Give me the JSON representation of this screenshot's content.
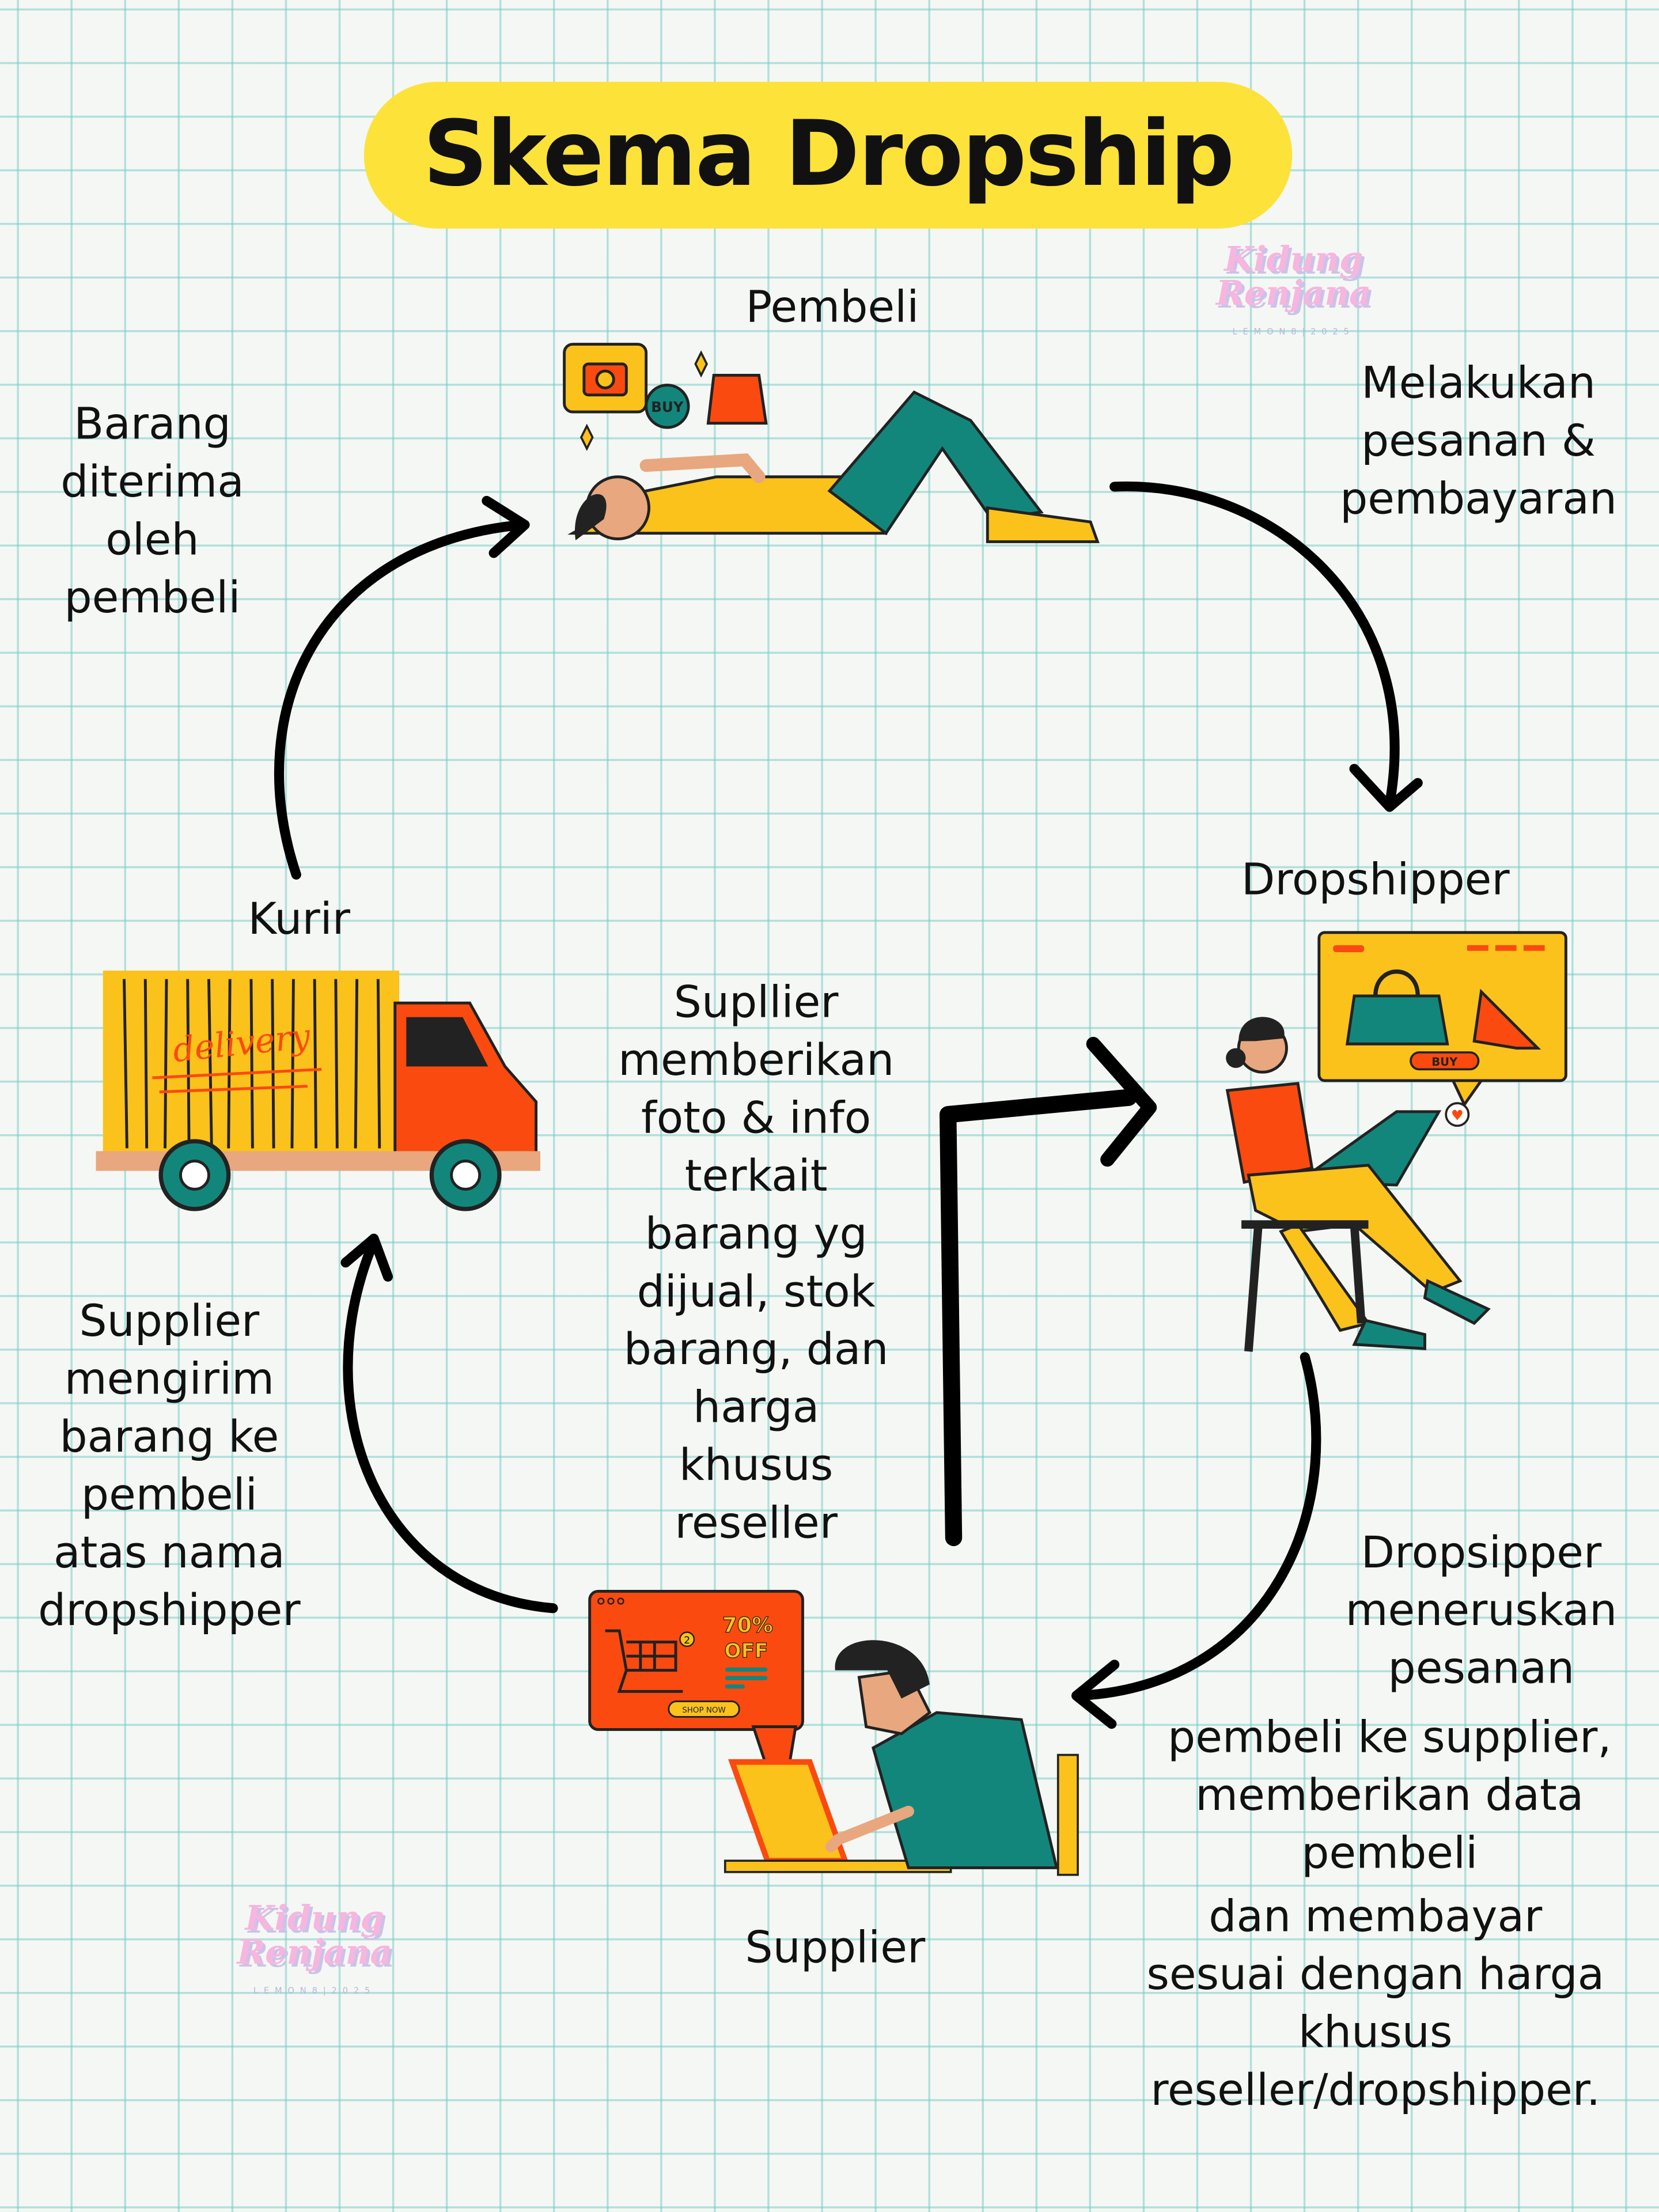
{
  "title": "Skema Dropship",
  "nodes": {
    "buyer": "Pembeli",
    "dropshipper": "Dropshipper",
    "courier": "Kurir",
    "supplier": "Supplier"
  },
  "steps": {
    "order": [
      "Melakukan",
      "pesanan &",
      "pembayaran"
    ],
    "forward_a": [
      "Dropsipper",
      "meneruskan",
      "pesanan"
    ],
    "forward_b": [
      "pembeli ke supplier,",
      "memberikan data",
      "pembeli"
    ],
    "forward_c": [
      "dan membayar",
      "sesuai dengan harga",
      "khusus",
      "reseller/dropshipper."
    ],
    "supplier_info": [
      "Supllier",
      "memberikan",
      "foto & info",
      "terkait",
      "barang yg",
      "dijual, stok",
      "barang, dan",
      "harga",
      "khusus",
      "reseller"
    ],
    "ship": [
      "Supplier",
      "mengirim",
      "barang ke",
      "pembeli",
      "atas nama",
      "dropshipper"
    ],
    "received": [
      "Barang",
      "diterima",
      "oleh",
      "pembeli"
    ]
  },
  "illustrations": {
    "buyer_buy_badge": "BUY",
    "truck_label": "delivery",
    "dropshipper_buy_button": "BUY",
    "supplier_discount": "70%",
    "supplier_off": "OFF",
    "supplier_shop_now": "SHOP NOW",
    "cart_count": "2"
  },
  "watermark": {
    "name_line1": "Kidung",
    "name_line2": "Renjana",
    "sub": "LEMON8|2025"
  },
  "colors": {
    "title_bg": "#fde23a",
    "yellow": "#fbc21b",
    "orange": "#fa4a0f",
    "teal": "#13867c",
    "grid": "#9fdcd7"
  }
}
